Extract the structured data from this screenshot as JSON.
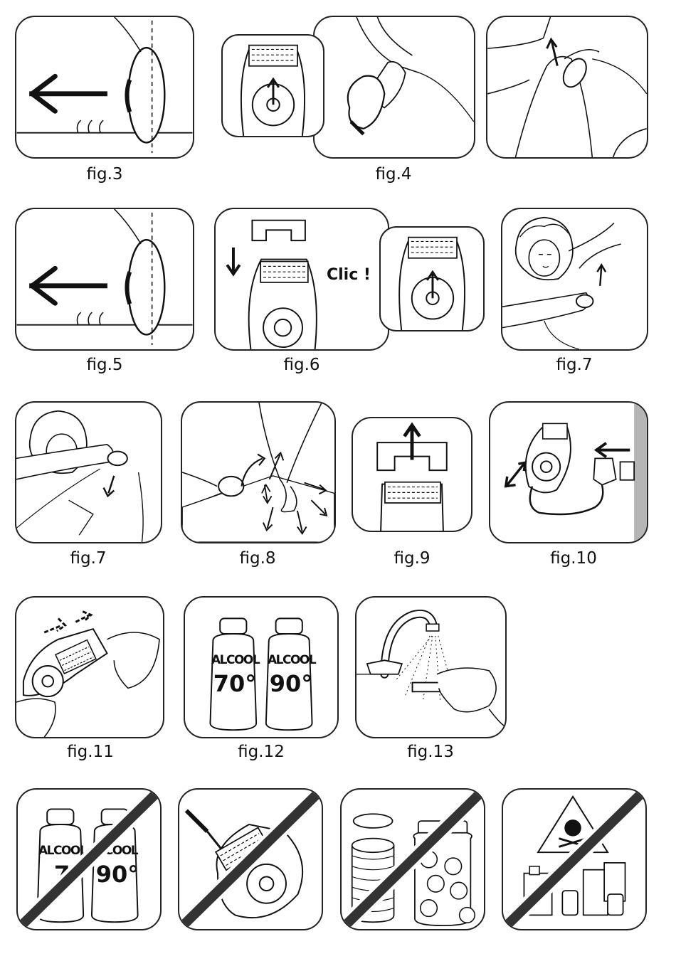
{
  "captions": {
    "fig3": "fig.3",
    "fig4": "fig.4",
    "fig5": "fig.5",
    "fig6": "fig.6",
    "fig7a": "fig.7",
    "fig7b": "fig.7",
    "fig8": "fig.8",
    "fig9": "fig.9",
    "fig10": "fig.10",
    "fig11": "fig.11",
    "fig12": "fig.12",
    "fig13": "fig.13"
  },
  "fig6": {
    "click_text": "Clic !"
  },
  "fig12": {
    "bottle_label": "ALCOOL",
    "bottle1_degree": "70°",
    "bottle2_degree": "90°"
  },
  "forbidden": {
    "bottle_label_1": "ALCOOL",
    "bottle_label_2": "COOL",
    "bottle1_degree": "7",
    "bottle2_degree": "90°"
  },
  "colors": {
    "line": "#1a1a1a",
    "wall": "#b5b5b5",
    "background": "#ffffff"
  },
  "icons": [
    "arrow-left-icon",
    "arrow-up-icon",
    "arrow-down-icon",
    "double-arrow-icon",
    "skull-icon",
    "prohibited-slash-icon"
  ]
}
